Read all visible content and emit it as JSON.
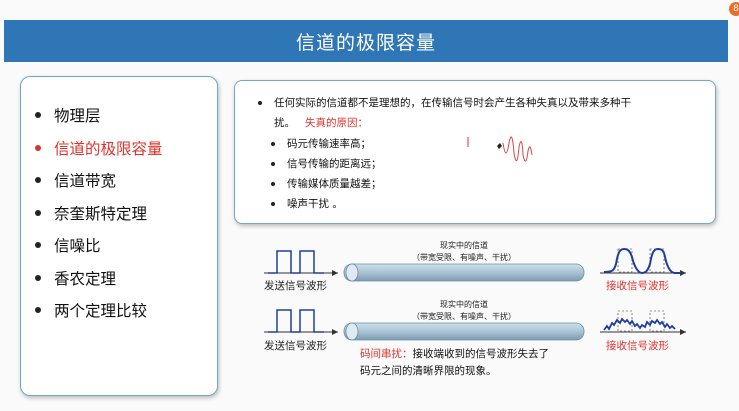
{
  "header": {
    "title": "信道的极限容量"
  },
  "corner_badge": "8",
  "sidebar": {
    "items": [
      {
        "label": "物理层",
        "active": false
      },
      {
        "label": "信道的极限容量",
        "active": true
      },
      {
        "label": "信道带宽",
        "active": false
      },
      {
        "label": "奈奎斯特定理",
        "active": false
      },
      {
        "label": "信噪比",
        "active": false
      },
      {
        "label": "香农定理",
        "active": false
      },
      {
        "label": "两个定理比较",
        "active": false
      }
    ]
  },
  "info": {
    "intro_line1": "任何实际的信道都不是理想的，在传输信号时会产生各种失真以及带来多种干",
    "intro_line2": "扰。",
    "cause_title": "失真的原因：",
    "causes": [
      "码元传输速率高；",
      "信号传输的距离远；",
      "传输媒体质量越差；",
      "噪声干扰 。"
    ]
  },
  "diagram": {
    "row1": {
      "channel_title": "现实中的信道",
      "channel_sub": "（带宽受限、有噪声、干扰）",
      "send_label": "发送信号波形",
      "receive_label": "接收信号波形"
    },
    "row2": {
      "channel_title": "现实中的信道",
      "channel_sub": "（带宽受限、有噪声、干扰）",
      "send_label": "发送信号波形",
      "receive_label": "接收信号波形"
    },
    "crosstalk_term": "码间串扰：",
    "crosstalk_desc1": "接收端收到的信号波形失去了",
    "crosstalk_desc2": "码元之间的清晰界限的现象。"
  },
  "colors": {
    "title_bar": "#2f76b7",
    "accent_red": "#e0322b",
    "border": "#6fa7cf",
    "signal_blue": "#1f3f9c"
  }
}
